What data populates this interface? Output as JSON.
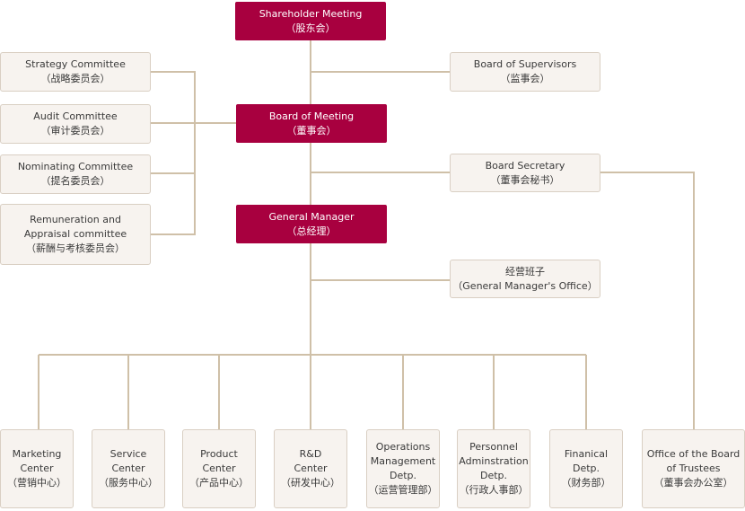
{
  "top": {
    "shareholder": [
      "Shareholder Meeting",
      "（股东会）"
    ],
    "board": [
      "Board of Meeting",
      "（董事会）"
    ],
    "gm": [
      "General Manager",
      "（总经理）"
    ]
  },
  "left": {
    "strategy": [
      "Strategy Committee",
      "（战略委员会）"
    ],
    "audit": [
      "Audit  Committee",
      "（审计委员会）"
    ],
    "nominating": [
      "Nominating  Committee",
      "（提名委员会）"
    ],
    "remuneration": [
      "Remuneration and",
      "Appraisal committee",
      "（薪酬与考核委员会）"
    ]
  },
  "right": {
    "supervisors": [
      "Board of Supervisors",
      "（监事会）"
    ],
    "secretary": [
      "Board Secretary",
      "（董事会秘书）"
    ],
    "gm_office": [
      "经营班子",
      "（General Manager's Office）"
    ]
  },
  "bottom": {
    "marketing": [
      "Marketing",
      "Center",
      "（营销中心）"
    ],
    "service": [
      "Service",
      "Center",
      "（服务中心）"
    ],
    "product": [
      "Product",
      "Center",
      "（产品中心）"
    ],
    "rd": [
      "R&D",
      "Center",
      "（研发中心）"
    ],
    "operations": [
      "Operations",
      "Management",
      "Detp.",
      "（运营管理部）"
    ],
    "personnel": [
      "Personnel",
      "Adminstration",
      "Detp.",
      "（行政人事部）"
    ],
    "financial": [
      "Finanical",
      "Detp.",
      "（财务部）"
    ],
    "trustees": [
      "Office of the Board",
      "of Trustees",
      "（董事会办公室）"
    ]
  },
  "colors": {
    "primary": "#a8003f",
    "box": "#f7f3ef",
    "border": "#d9cfc3",
    "line": "#cfc0a8"
  }
}
